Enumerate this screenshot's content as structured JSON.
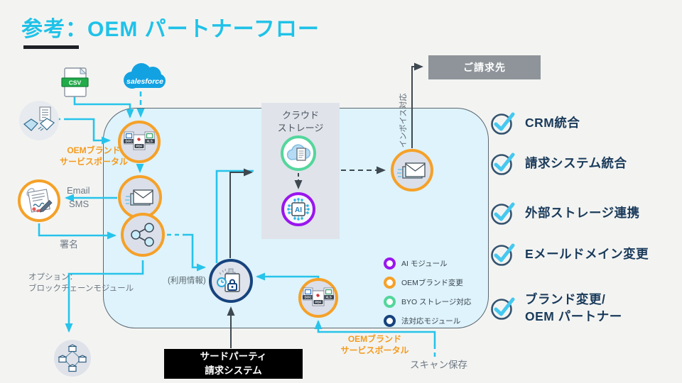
{
  "slide": {
    "title": "参考：OEM パートナーフロー"
  },
  "colors": {
    "title_cyan": "#1fc2e8",
    "line_cyan": "#27c3ea",
    "line_dark": "#3e4850",
    "orange_ring": "#f5a128",
    "purple_ring": "#9a16ee",
    "green_ring": "#54d69c",
    "navy_ring": "#16437e",
    "flowbox_fill": "#def3fb",
    "cloud_panel_fill": "#e0e3ea",
    "billing_box_gray": "#8e9499",
    "third_party_box": "#000000",
    "label_orange": "#f59a1c",
    "checklist_navy": "#1a3a5a"
  },
  "sources": {
    "csv_label": "CSV",
    "salesforce_label": "salesforce"
  },
  "boxes": {
    "billing_recipient": "ご請求先",
    "third_party_billing": "サードパーティ\n請求システム",
    "cloud_storage": "クラウド\nストレージ"
  },
  "labels": {
    "oem_portal_left": "OEMブランド\nサービスポータル",
    "oem_portal_right": "OEMブランド\nサービスポータル",
    "email": "Email",
    "sms": "SMS",
    "signature": "署名",
    "option_blockchain": "オプション：\nブロックチェーンモジュール",
    "usage_info": "(利用情報)",
    "invoice_support": "インボイス対応",
    "scan_save": "スキャン保存",
    "ai_chip": "AI"
  },
  "file_badges": [
    "DOC",
    "PDF",
    "XLS"
  ],
  "icons": {
    "node_icons": [
      "documents-icon",
      "mail-send-icon",
      "signature-icon",
      "share-icon",
      "compliance-lock-icon",
      "cloud-document-icon",
      "ai-chip-icon",
      "mail-send-icon",
      "documents-icon",
      "handshake-icon",
      "blockchain-icon"
    ],
    "source_icons": [
      "csv-file-icon",
      "salesforce-cloud-icon"
    ]
  },
  "legend": {
    "items": [
      {
        "label": "AI モジュール",
        "color": "#9a16ee"
      },
      {
        "label": "OEMブランド変更",
        "color": "#f5a128"
      },
      {
        "label": "BYO ストレージ対応",
        "color": "#54d69c"
      },
      {
        "label": "法対応モジュール",
        "color": "#16437e"
      }
    ]
  },
  "checklist": {
    "items": [
      {
        "label": "CRM統合"
      },
      {
        "label": "請求システム統合"
      },
      {
        "label": "外部ストレージ連携"
      },
      {
        "label": "Eメールドメイン変更"
      },
      {
        "label": "ブランド変更/\nOEM パートナー"
      }
    ]
  }
}
